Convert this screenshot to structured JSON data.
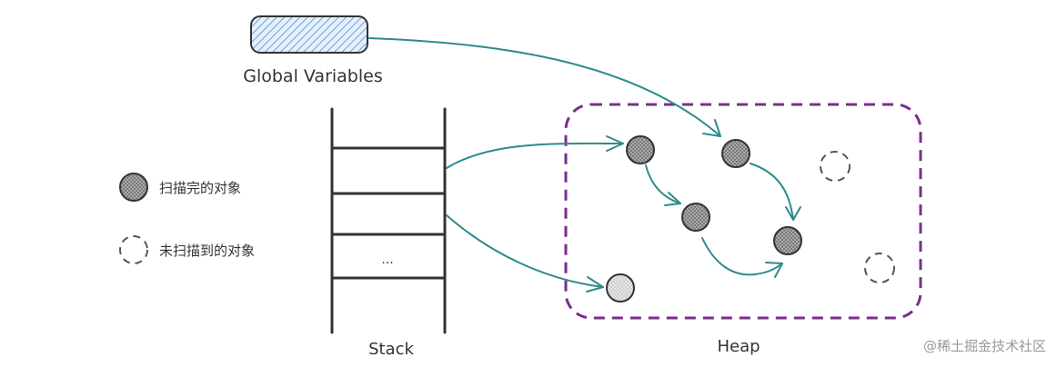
{
  "labels": {
    "global_variables": "Global Variables",
    "stack": "Stack",
    "heap": "Heap",
    "stack_ellipsis": "..."
  },
  "legend": {
    "scanned": "扫描完的对象",
    "unscanned": "未扫描到的对象"
  },
  "watermark": "@稀土掘金技术社区",
  "colors": {
    "arrow": "#2e8b8b",
    "heap_border": "#7b2d8e",
    "global_fill": "#6aa0d8",
    "scanned_fill": "#8a8a8a",
    "stack_line": "#333333"
  }
}
